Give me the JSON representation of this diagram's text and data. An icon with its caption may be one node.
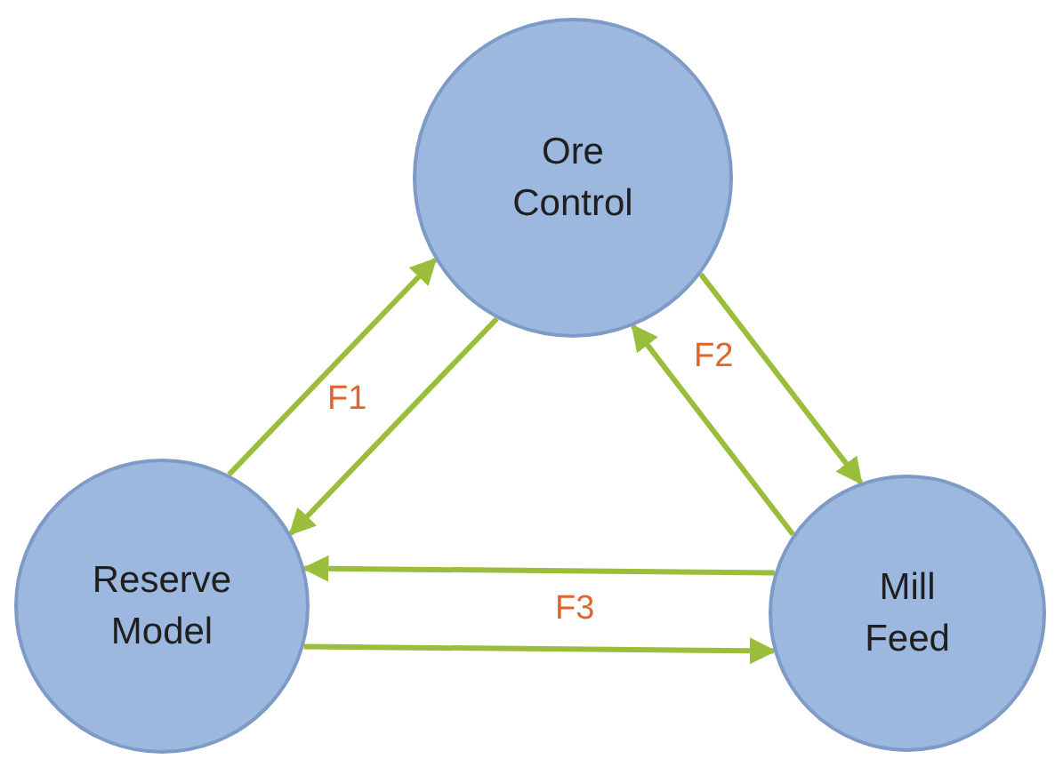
{
  "diagram": {
    "nodes": [
      {
        "text": [
          "Ore Control"
        ]
      },
      {
        "text": [
          "Reserve Model"
        ]
      },
      {
        "text": [
          "Mill Feed"
        ]
      }
    ],
    "edges": [
      {
        "from": 1,
        "to": 0,
        "arrow": "to"
      },
      {
        "from": 0,
        "to": 1,
        "arrow": "to"
      },
      {
        "from": 0,
        "to": 2,
        "arrow": "to"
      },
      {
        "from": 2,
        "to": 0,
        "arrow": "to"
      },
      {
        "from": 2,
        "to": 1,
        "arrow": "to"
      },
      {
        "from": 1,
        "to": 2,
        "arrow": "to"
      }
    ],
    "labels": [
      "F1",
      "F2",
      "F3"
    ]
  }
}
